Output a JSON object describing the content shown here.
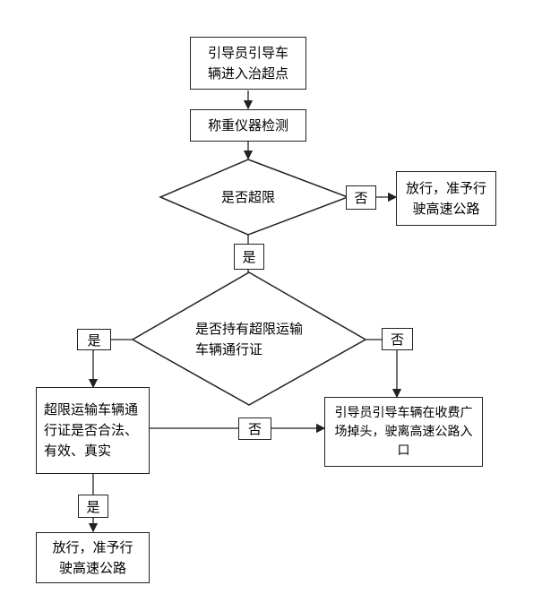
{
  "nodes": {
    "guide_in": "引导员引导车辆进入治超点",
    "weigh": "称重仪器检测",
    "is_overlimit": "是否超限",
    "release_top": "放行，准予行驶高速公路",
    "has_permit": "是否持有超限运输车辆通行证",
    "permit_valid": "超限运输车辆通行证是否合法、有效、真实",
    "guide_out": "引导员引导车辆在收费广场掉头，驶离高速公路入口",
    "release_bottom": "放行，准予行驶高速公路"
  },
  "labels": {
    "no_overlimit": "否",
    "yes_overlimit": "是",
    "yes_permit": "是",
    "no_permit": "否",
    "no_valid": "否",
    "yes_valid": "是"
  },
  "colors": {
    "stroke": "#222222",
    "fill": "#ffffff"
  }
}
